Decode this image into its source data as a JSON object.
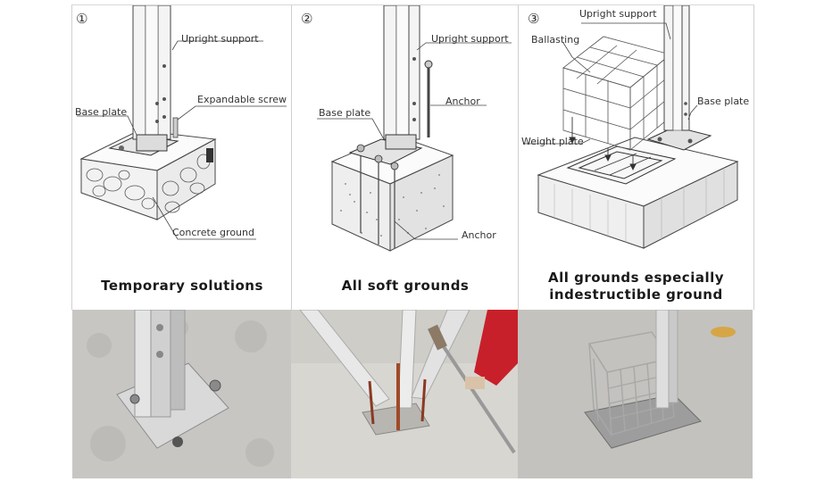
{
  "panels": [
    {
      "number": "①",
      "labels": {
        "upright": "Upright support",
        "screw": "Expandable screw",
        "base": "Base plate",
        "ground": "Concrete ground"
      },
      "caption": "Temporary solutions"
    },
    {
      "number": "②",
      "labels": {
        "upright": "Upright support",
        "anchor_top": "Anchor",
        "base": "Base plate",
        "anchor_bottom": "Anchor"
      },
      "caption": "All soft grounds"
    },
    {
      "number": "③",
      "labels": {
        "upright": "Upright support",
        "ballast": "Ballasting",
        "base": "Base plate",
        "weight": "Weight plate"
      },
      "caption_line1": "All grounds especially",
      "caption_line2": "indestructible ground"
    }
  ]
}
